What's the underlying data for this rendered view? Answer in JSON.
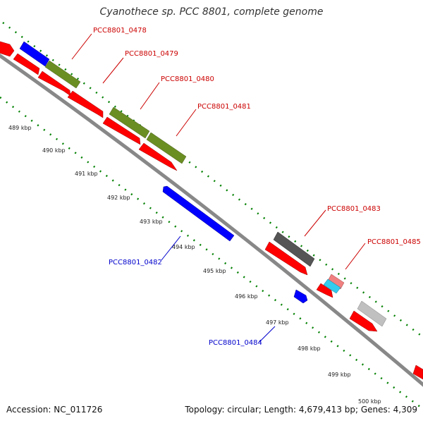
{
  "title": "Cyanothece sp. PCC 8801, complete genome",
  "footer": {
    "accession": "Accession: NC_011726",
    "summary": "Topology: circular; Length: 4,679,413 bp; Genes: 4,309"
  },
  "colors": {
    "forward_cds": "#ff0000",
    "reverse_cds": "#0000ff",
    "olive": "#6b8e23",
    "dark_gray": "#555555",
    "light_gray": "#c0c0c0",
    "pink": "#f08080",
    "cyan": "#33ccee",
    "tick_green": "#008000",
    "backbone": "#888888"
  },
  "ticks": [
    "489 kbp",
    "490 kbp",
    "491 kbp",
    "492 kbp",
    "493 kbp",
    "494 kbp",
    "495 kbp",
    "496 kbp",
    "497 kbp",
    "498 kbp",
    "499 kbp",
    "500 kbp"
  ],
  "gene_labels": [
    {
      "text": "PCC8801_0478",
      "strand": "forward"
    },
    {
      "text": "PCC8801_0479",
      "strand": "forward"
    },
    {
      "text": "PCC8801_0480",
      "strand": "forward"
    },
    {
      "text": "PCC8801_0481",
      "strand": "forward"
    },
    {
      "text": "PCC8801_0482",
      "strand": "reverse"
    },
    {
      "text": "PCC8801_0483",
      "strand": "forward"
    },
    {
      "text": "PCC8801_0484",
      "strand": "reverse"
    },
    {
      "text": "PCC8801_0485",
      "strand": "forward"
    }
  ]
}
